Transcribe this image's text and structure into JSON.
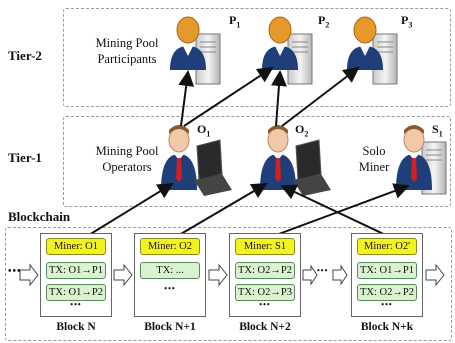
{
  "tiers": {
    "tier2": "Tier-2",
    "tier1": "Tier-1",
    "blockchain": "Blockchain"
  },
  "labels": {
    "participants": "Mining Pool Participants",
    "operators": "Mining Pool Operators",
    "solo": "Solo Miner"
  },
  "nodes": {
    "p1": {
      "letter": "P",
      "sub": "1"
    },
    "p2": {
      "letter": "P",
      "sub": "2"
    },
    "p3": {
      "letter": "P",
      "sub": "3"
    },
    "o1": {
      "letter": "O",
      "sub": "1"
    },
    "o2": {
      "letter": "O",
      "sub": "2"
    },
    "s1": {
      "letter": "S",
      "sub": "1"
    }
  },
  "blocks": [
    {
      "name": "Block N",
      "miner": "Miner: O1",
      "tx": [
        "TX: O1→P1",
        "TX: O1→P2"
      ],
      "more": "•••"
    },
    {
      "name": "Block N+1",
      "miner": "Miner: O2",
      "tx": [
        "TX: ..."
      ],
      "more": "•••"
    },
    {
      "name": "Block N+2",
      "miner": "Miner: S1",
      "tx": [
        "TX: O2→P2",
        "TX: O2→P3"
      ],
      "more": "•••"
    },
    {
      "name": "Block N+k",
      "miner": "Miner: O2'",
      "tx": [
        "TX: O1→P1",
        "TX: O2→P2"
      ],
      "more": "•••"
    }
  ],
  "ellipsis": "•••",
  "colors": {
    "miner_row": "#f4f21e",
    "tx_row": "#d9f2cf",
    "head": "#e6992a",
    "suit": "#1f3f7a",
    "tie": "#d21f1f"
  }
}
